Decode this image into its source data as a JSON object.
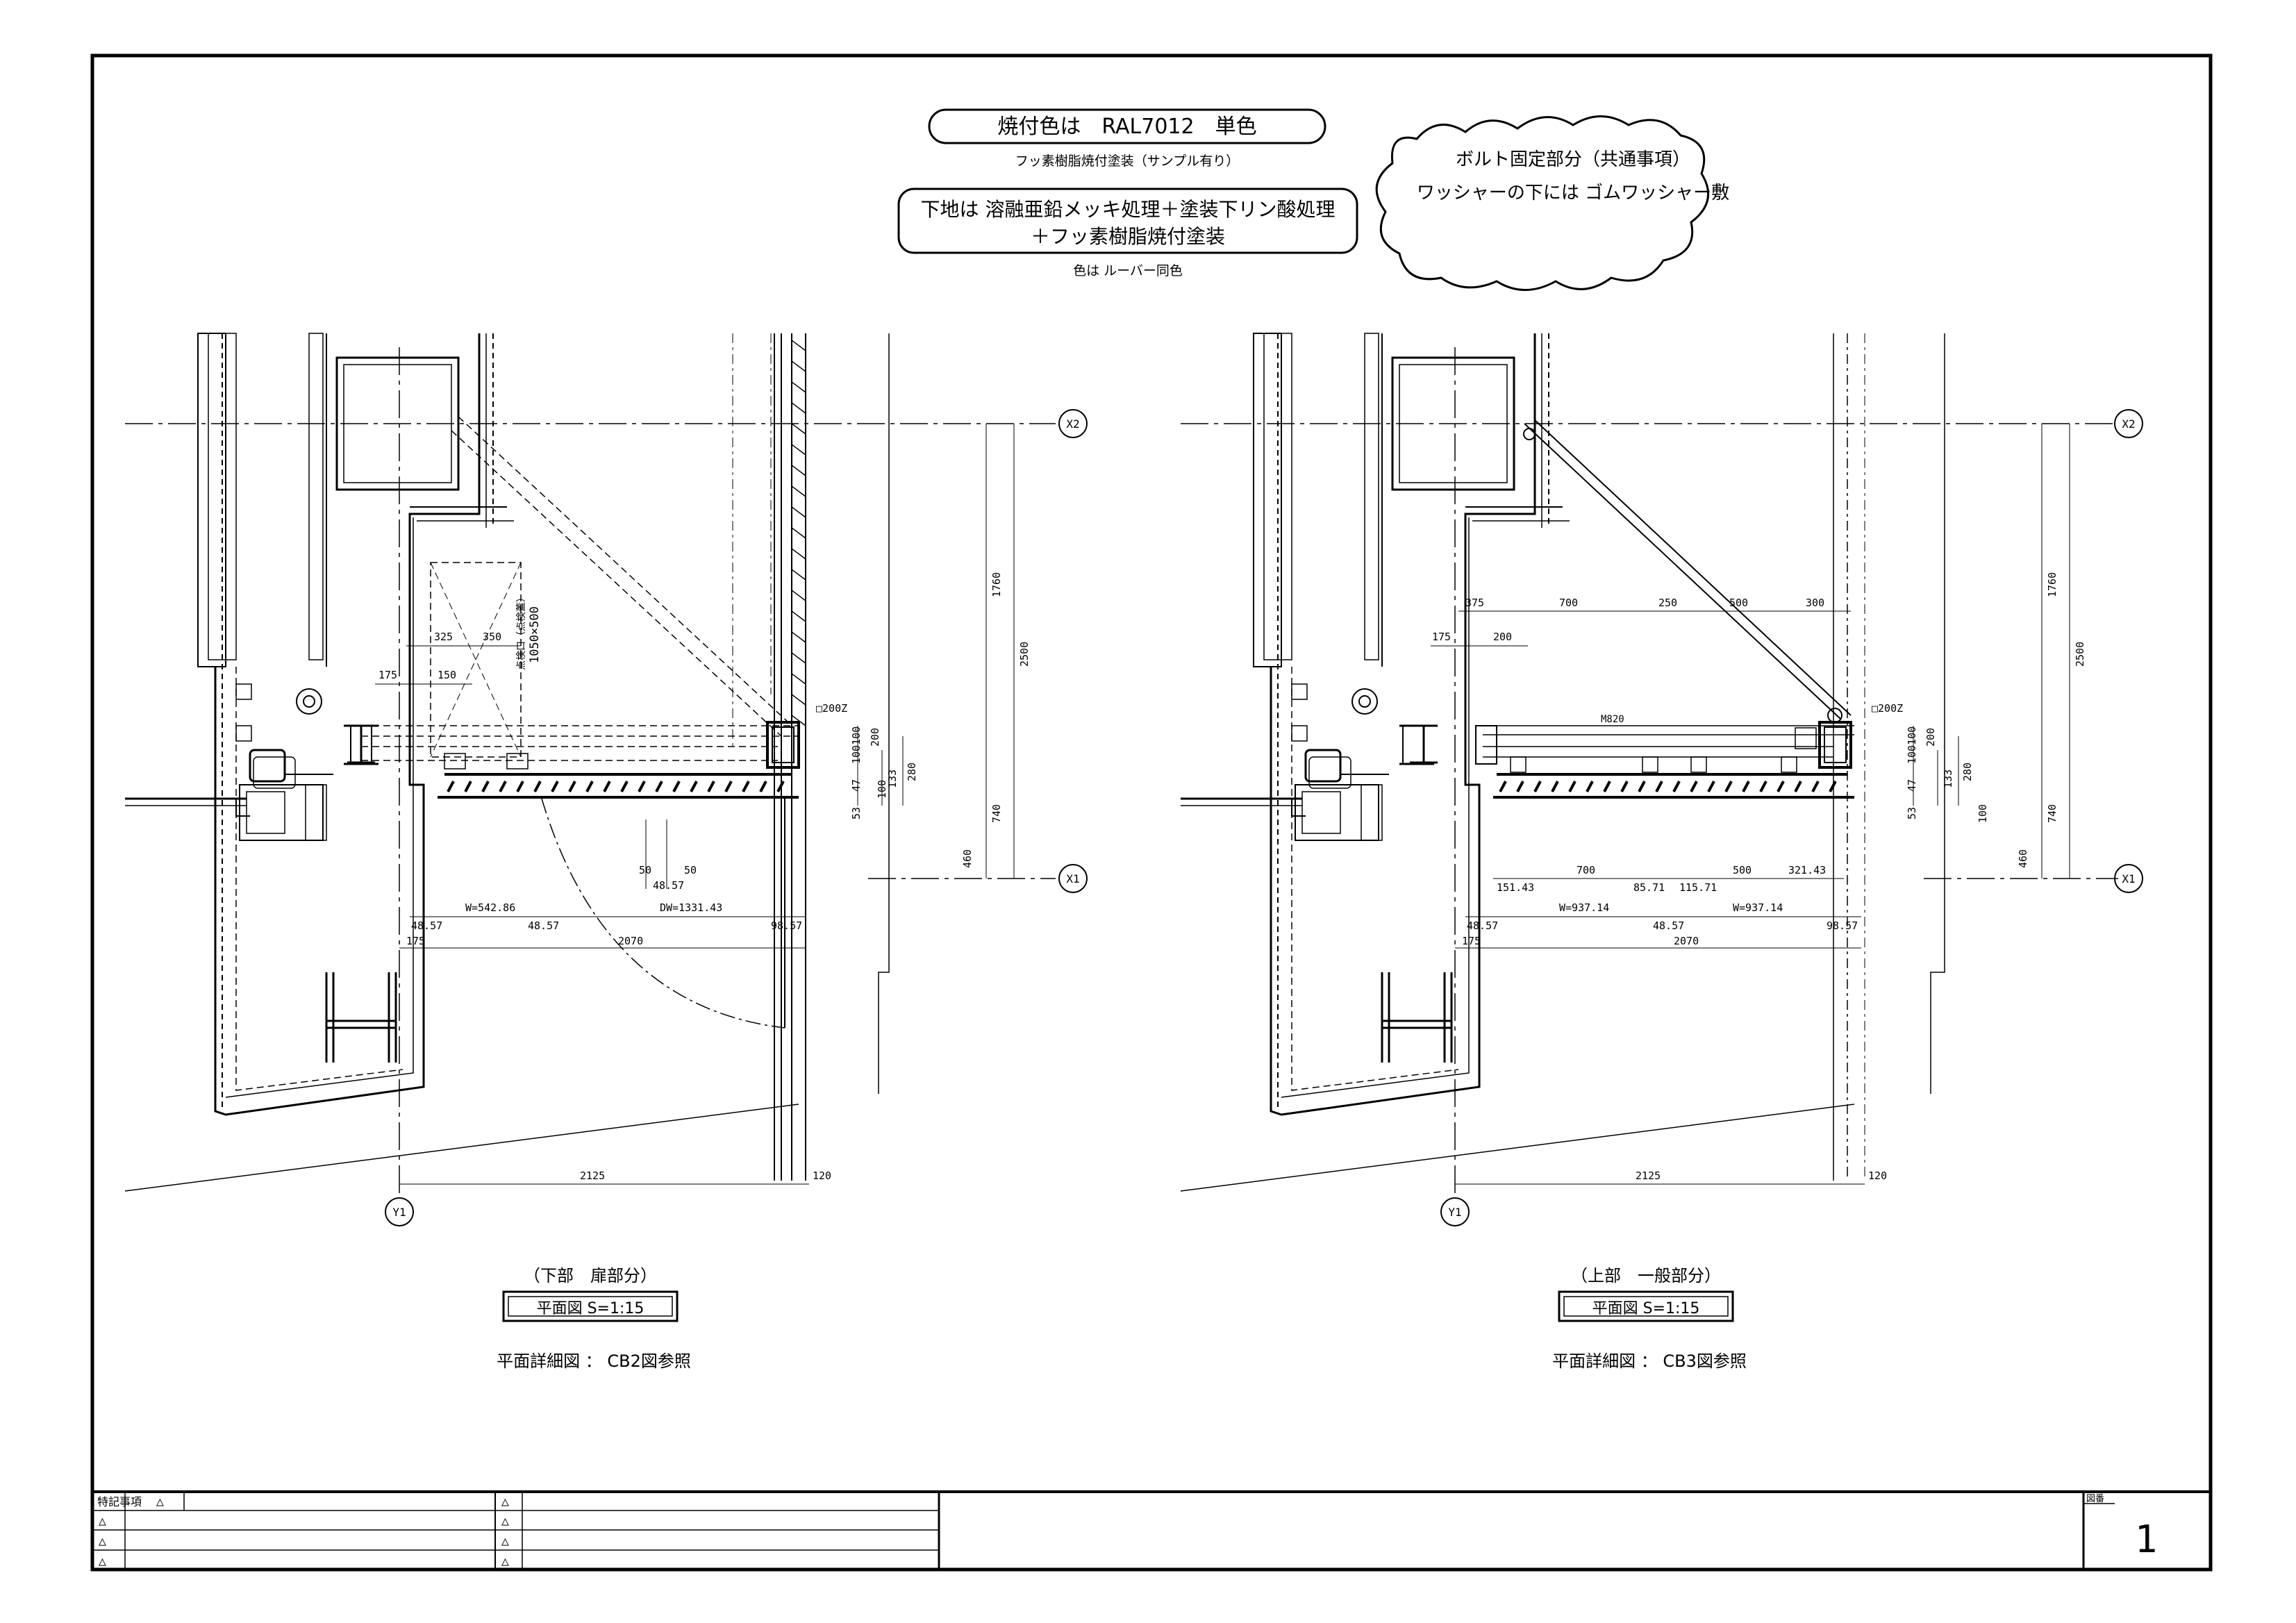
{
  "notes": {
    "color_box": "焼付色は　RAL7012　単色",
    "color_sub": "フッ素樹脂焼付塗装（サンプル有り）",
    "base_line1": "下地は 溶融亜鉛メッキ処理＋塗装下リン酸処理",
    "base_line2": "＋フッ素樹脂焼付塗装",
    "base_sub": "色は ルーバー同色",
    "cloud_line1": "ボルト固定部分（共通事項）",
    "cloud_line2": "ワッシャーの下には ゴムワッシャー敷"
  },
  "grid": {
    "x2": "X2",
    "x1": "X1",
    "y1": "Y1"
  },
  "left_plan": {
    "caption": "（下部　扉部分）",
    "title": "平面図 S=1:15",
    "ref": "平面詳細図 ： CB2図参照",
    "dims_top": [
      "325",
      "350",
      "175",
      "150"
    ],
    "opening_label": "1050×500",
    "opening_note": "点検口（点検蓋）",
    "section": "□200Z",
    "dims_right": [
      "200",
      "100100",
      "280",
      "133",
      "100",
      "47",
      "53",
      "460",
      "740",
      "1760",
      "2500"
    ],
    "dims_bottom": [
      "50",
      "50",
      "48.57",
      "W=542.86",
      "DW=1331.43",
      "48.57",
      "48.57",
      "98.57",
      "175",
      "2070",
      "2125",
      "120"
    ]
  },
  "right_plan": {
    "caption": "（上部　一般部分）",
    "title": "平面図 S=1:15",
    "ref": "平面詳細図 ： CB3図参照",
    "dims_top": [
      "375",
      "700",
      "250",
      "500",
      "300",
      "175",
      "200"
    ],
    "mid_label": "M820",
    "section": "□200Z",
    "dims_right": [
      "200",
      "100100",
      "280",
      "133",
      "100",
      "47",
      "53",
      "460",
      "740",
      "1760",
      "2500"
    ],
    "dims_bottom": [
      "700",
      "500",
      "151.43",
      "85.71",
      "115.71",
      "321.43",
      "W=937.14",
      "W=937.14",
      "48.57",
      "48.57",
      "98.57",
      "175",
      "2070",
      "2125",
      "120"
    ]
  },
  "title_block": {
    "remarks_label": "特記事項",
    "delta": "△",
    "sheet_label": "図番",
    "sheet_no": "1"
  }
}
